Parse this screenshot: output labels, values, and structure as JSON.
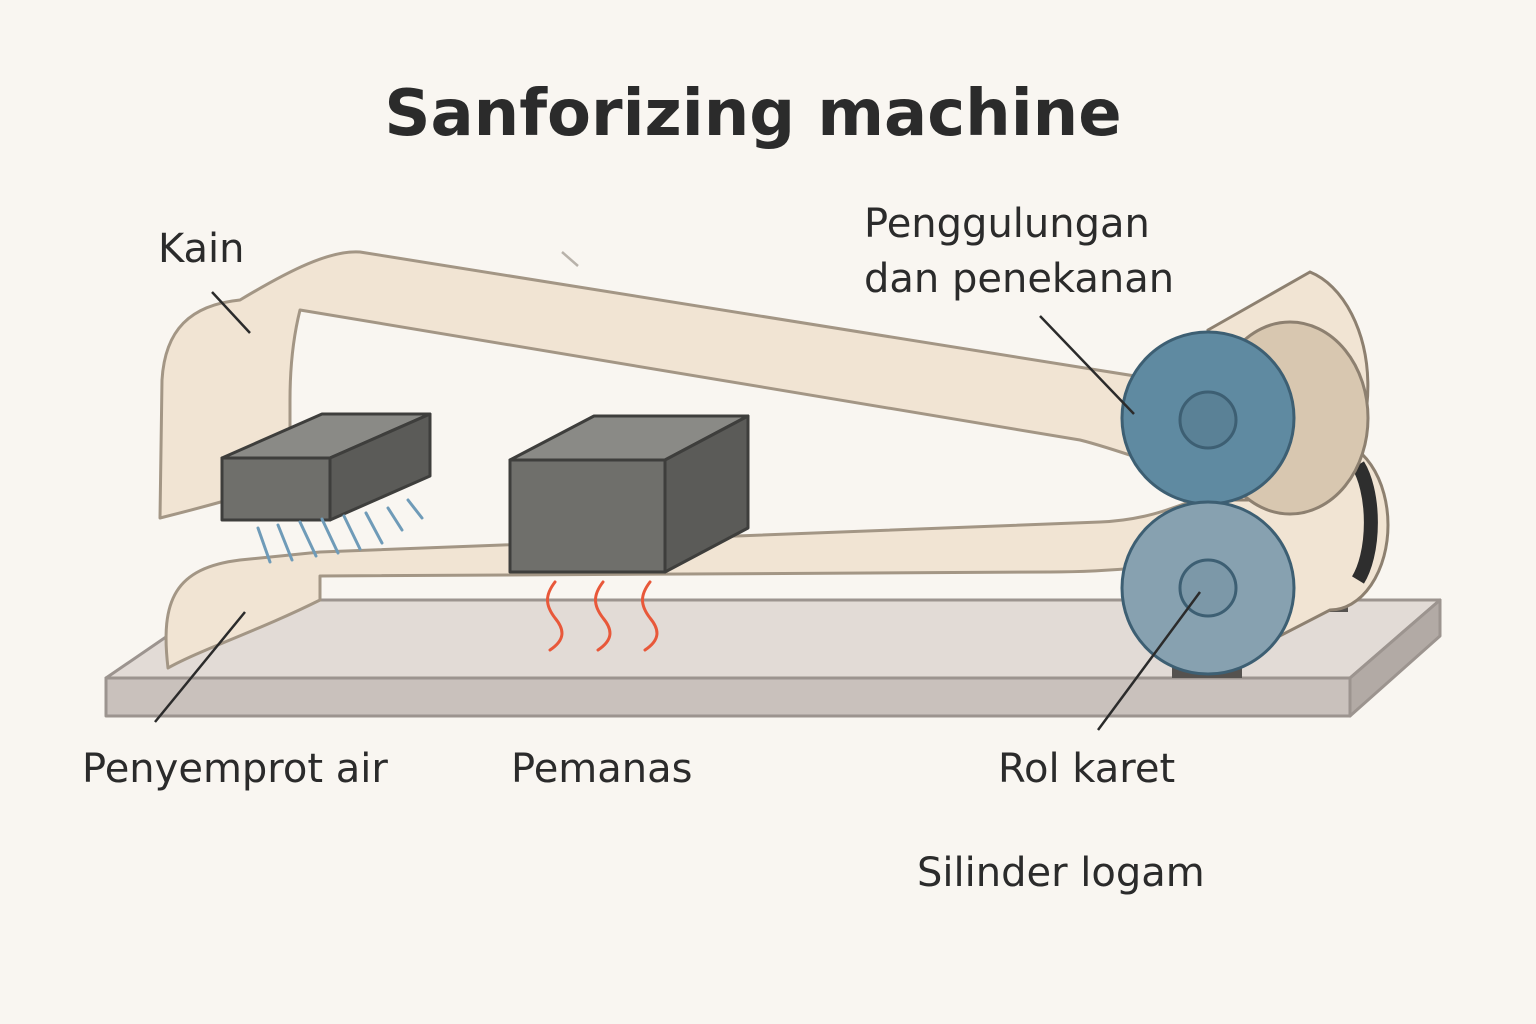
{
  "title": "Sanforizing machine",
  "labels": {
    "fabric": "Kain",
    "winding_line1": "Penggulungan",
    "winding_line2": "dan penekanan",
    "water_sprayer": "Penyemprot air",
    "heater": "Pemanas",
    "rubber_roll": "Rol karet",
    "metal_cylinder": "Silinder logam"
  },
  "colors": {
    "background": "#f9f6f1",
    "fabric": "#f1e4d3",
    "base_plate": "#d4ccc7",
    "box": "#6f6f6b",
    "roller_top": "#5f8aa1",
    "roller_bottom": "#87a1b0",
    "spray": "#6f9bb8",
    "heat": "#e8583a"
  },
  "icons": {
    "spray": "water-spray-lines",
    "heat": "heat-wave-lines"
  }
}
